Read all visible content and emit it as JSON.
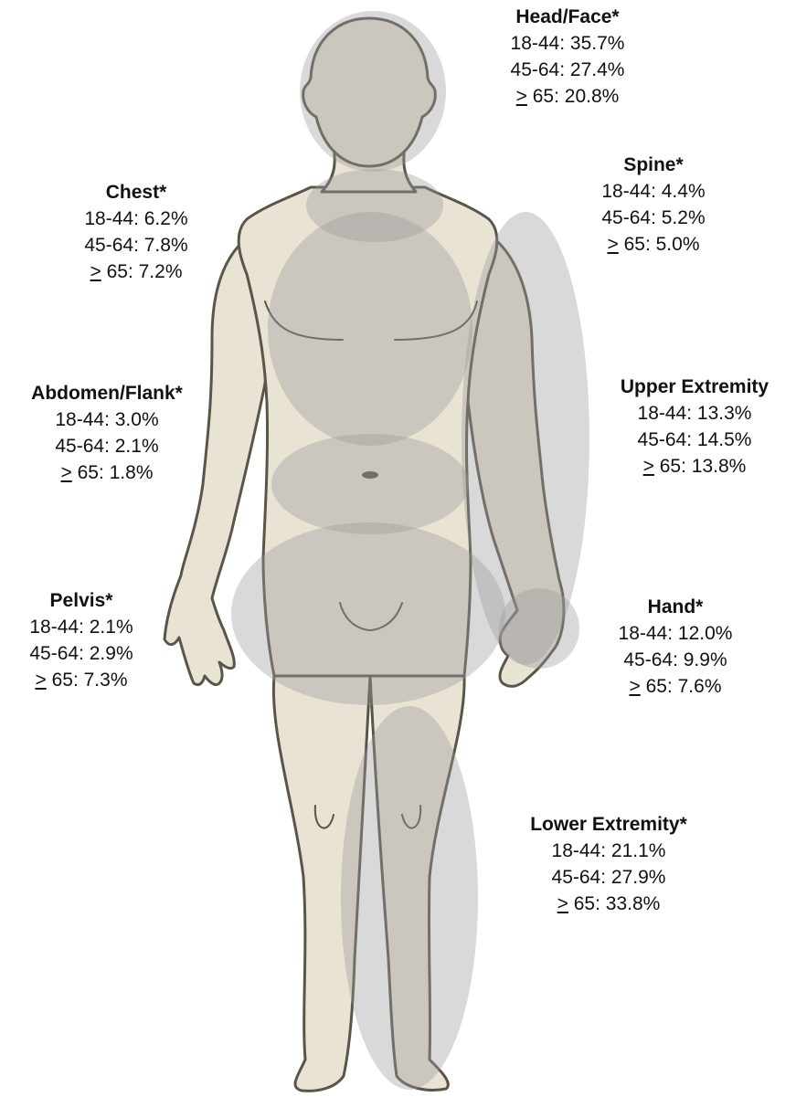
{
  "colors": {
    "skin": "#e8e3d3",
    "outline": "#595549",
    "highlight": "#9a9a9a"
  },
  "regions": {
    "head": {
      "title": "Head/Face*",
      "rows": [
        {
          "age": "18-44",
          "value": "35.7%"
        },
        {
          "age": "45-64",
          "value": "27.4%"
        },
        {
          "age": "> 65",
          "prefix": ">",
          "rest": " 65",
          "value": "20.8%"
        }
      ]
    },
    "spine": {
      "title": "Spine*",
      "rows": [
        {
          "age": "18-44",
          "value": "4.4%"
        },
        {
          "age": "45-64",
          "value": "5.2%"
        },
        {
          "age": "> 65",
          "prefix": ">",
          "rest": " 65",
          "value": "5.0%"
        }
      ]
    },
    "chest": {
      "title": "Chest*",
      "rows": [
        {
          "age": "18-44",
          "value": "6.2%"
        },
        {
          "age": "45-64",
          "value": "7.8%"
        },
        {
          "age": "> 65",
          "prefix": ">",
          "rest": " 65",
          "value": "7.2%"
        }
      ]
    },
    "abdomen": {
      "title": "Abdomen/Flank*",
      "rows": [
        {
          "age": "18-44",
          "value": "3.0%"
        },
        {
          "age": "45-64",
          "value": "2.1%"
        },
        {
          "age": "> 65",
          "prefix": ">",
          "rest": " 65",
          "value": "1.8%"
        }
      ]
    },
    "upper": {
      "title": "Upper Extremity",
      "rows": [
        {
          "age": "18-44",
          "value": "13.3%"
        },
        {
          "age": "45-64",
          "value": "14.5%"
        },
        {
          "age": "> 65",
          "prefix": ">",
          "rest": " 65",
          "value": "13.8%"
        }
      ]
    },
    "pelvis": {
      "title": "Pelvis*",
      "rows": [
        {
          "age": "18-44",
          "value": "2.1%"
        },
        {
          "age": "45-64",
          "value": "2.9%"
        },
        {
          "age": "> 65",
          "prefix": ">",
          "rest": " 65",
          "value": "7.3%"
        }
      ]
    },
    "hand": {
      "title": "Hand*",
      "rows": [
        {
          "age": "18-44",
          "value": "12.0%"
        },
        {
          "age": "45-64",
          "value": "9.9%"
        },
        {
          "age": "> 65",
          "prefix": ">",
          "rest": " 65",
          "value": "7.6%"
        }
      ]
    },
    "lower": {
      "title": "Lower Extremity*",
      "rows": [
        {
          "age": "18-44",
          "value": "21.1%"
        },
        {
          "age": "45-64",
          "value": "27.9%"
        },
        {
          "age": "> 65",
          "prefix": ">",
          "rest": " 65",
          "value": "33.8%"
        }
      ]
    }
  }
}
